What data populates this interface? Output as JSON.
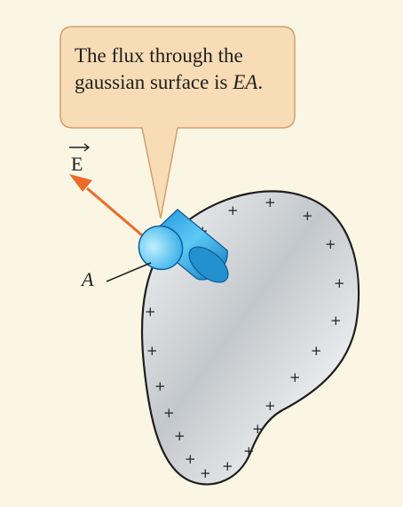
{
  "callout": {
    "line1": "The flux through the",
    "line2_prefix": "gaussian surface is ",
    "line2_italic": "EA",
    "line2_suffix": "."
  },
  "labels": {
    "field_vector": "E",
    "area": "A"
  },
  "charge_symbol": "+",
  "colors": {
    "background": "#fbf6e4",
    "callout_fill": "#f8dcb4",
    "callout_stroke": "#cf9d6a",
    "field_arrow": "#ee6a2a",
    "cylinder": "#3ab0ea",
    "conductor": "#c9cdd1"
  }
}
